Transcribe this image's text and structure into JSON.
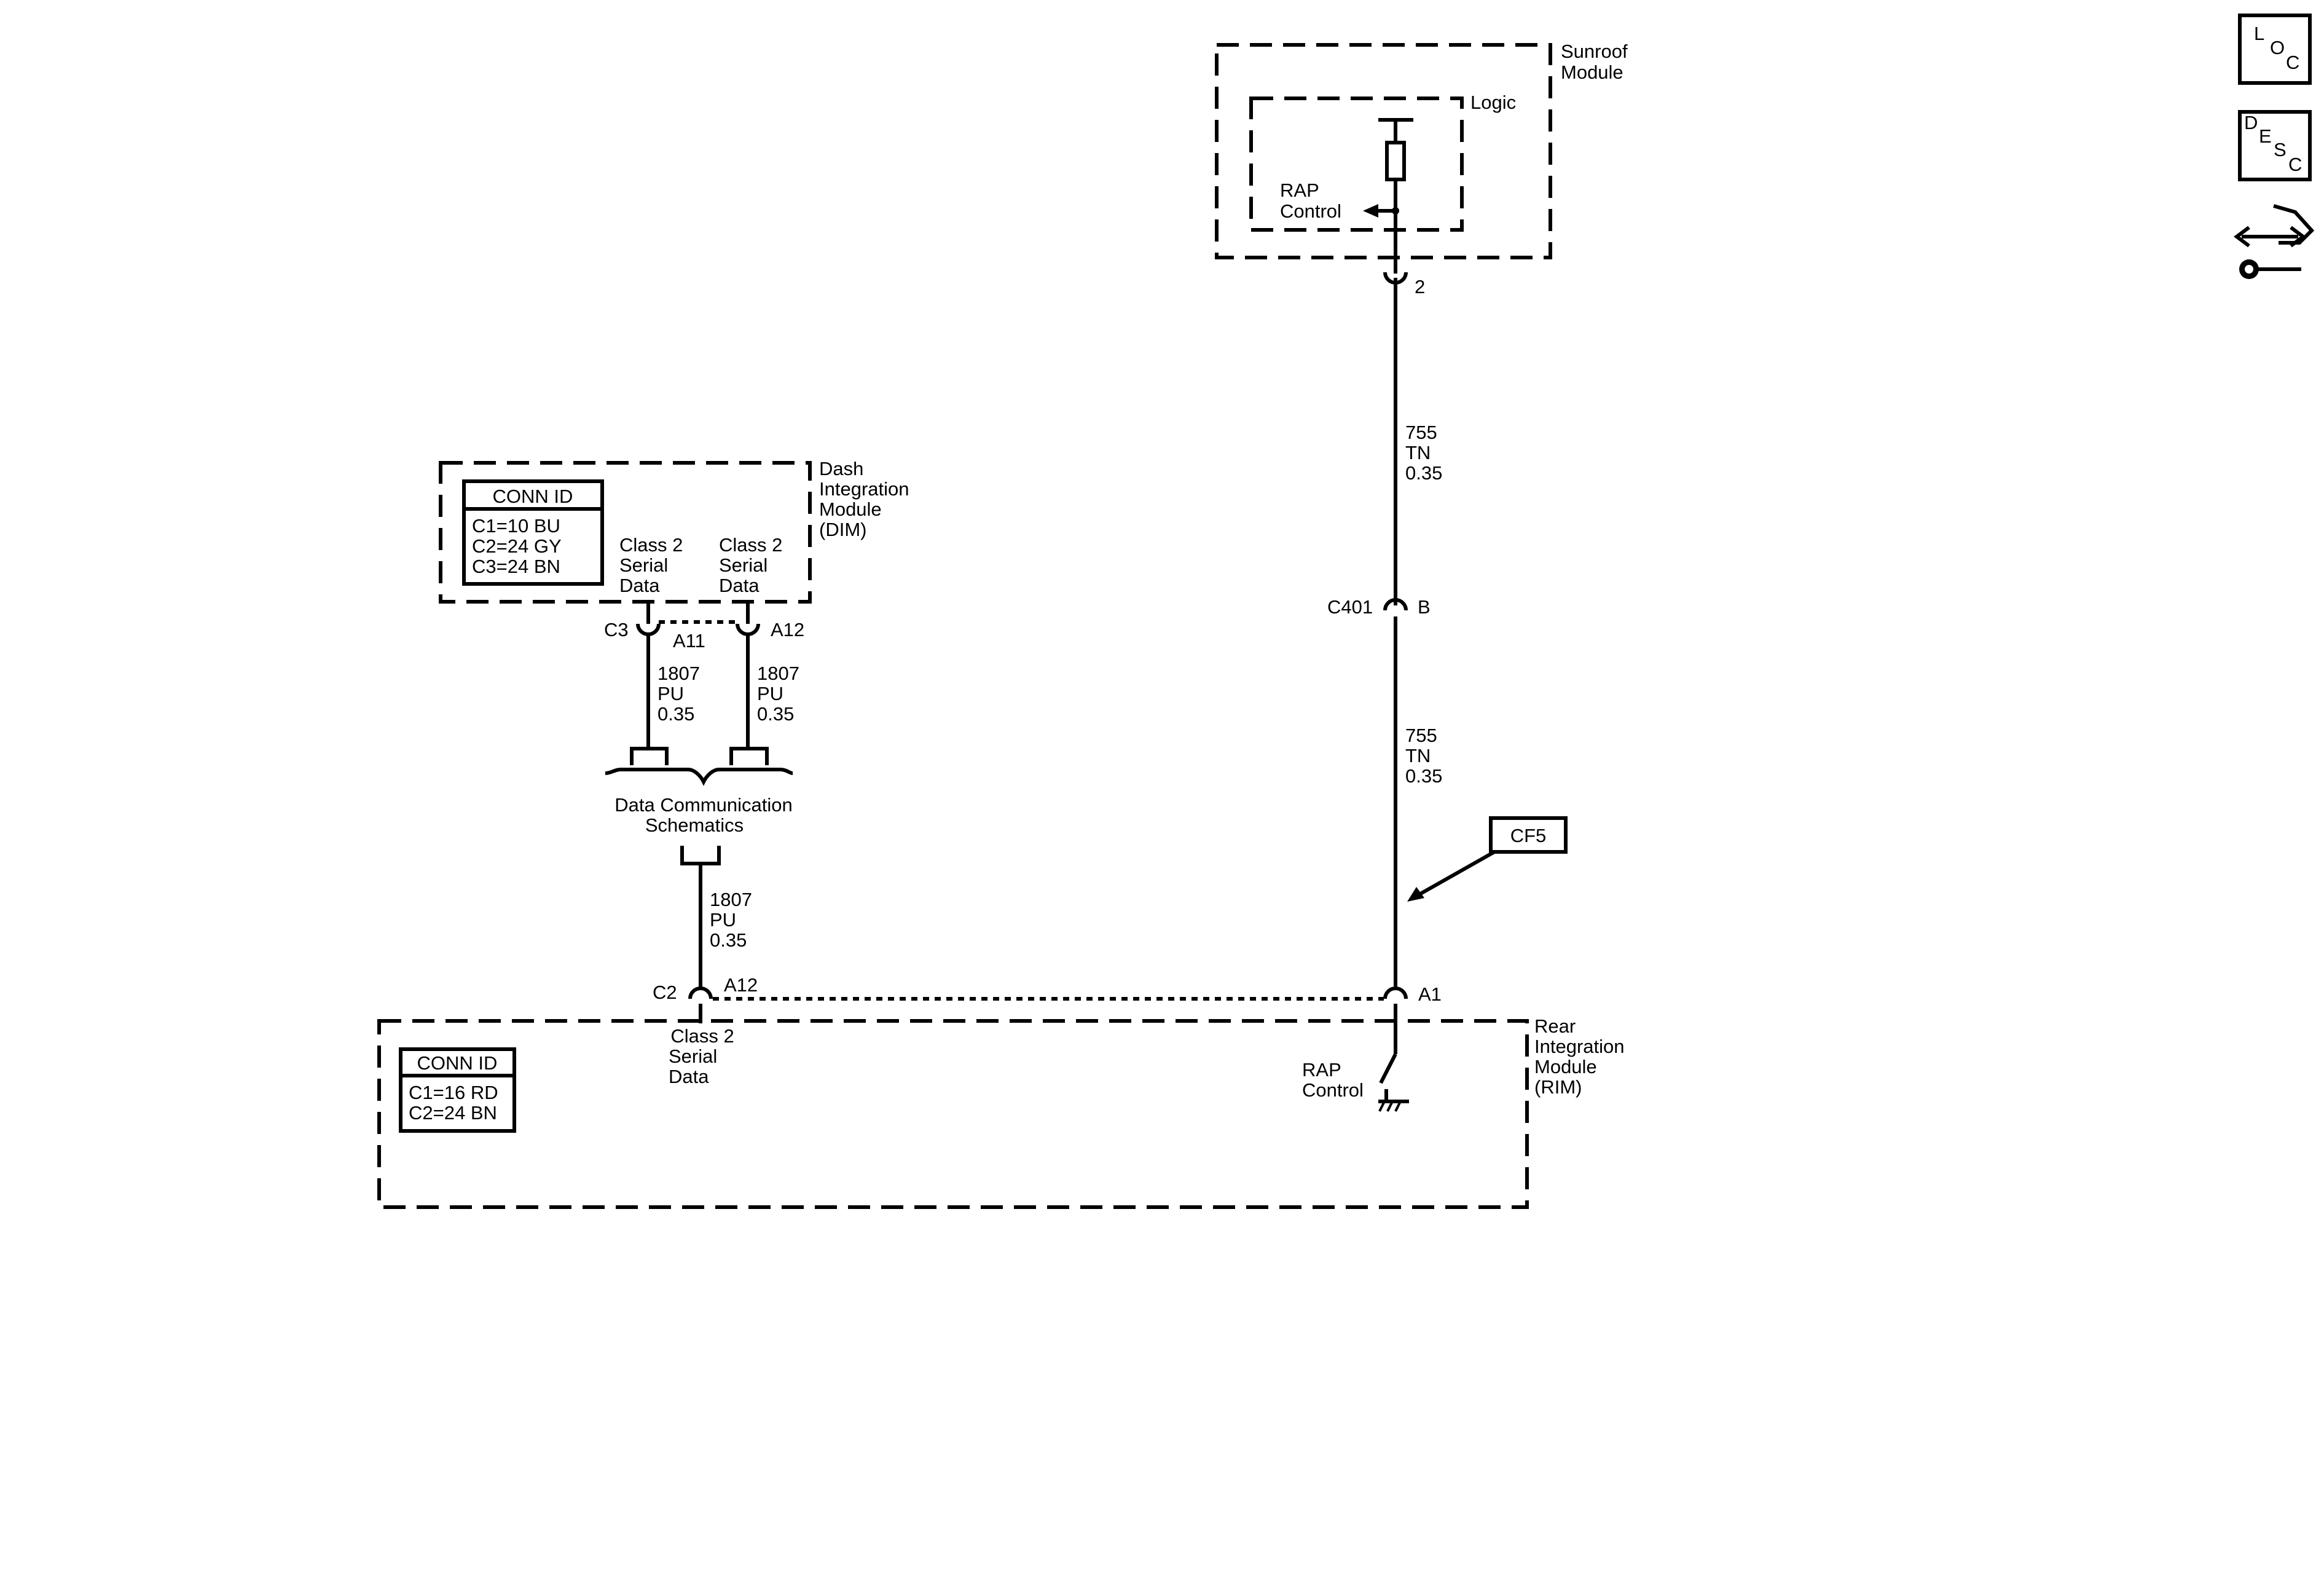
{
  "nav_icons": {
    "loc": [
      "L",
      "O",
      "C"
    ],
    "desc": [
      "D",
      "E",
      "S",
      "C"
    ]
  },
  "sunroof": {
    "name": [
      "Sunroof",
      "Module"
    ],
    "logic": "Logic",
    "rap_control": [
      "RAP",
      "Control"
    ],
    "pin": "2"
  },
  "wire_upper": [
    "755",
    "TN",
    "0.35"
  ],
  "inline_connector": {
    "id": "C401",
    "pin": "B"
  },
  "wire_lower": [
    "755",
    "TN",
    "0.35"
  ],
  "callout": "CF5",
  "dim": {
    "name": [
      "Dash",
      "Integration",
      "Module",
      "(DIM)"
    ],
    "conn_id_title": "CONN ID",
    "conn_ids": [
      "C1=10 BU",
      "C2=24 GY",
      "C3=24 BN"
    ],
    "signal_left": [
      "Class 2",
      "Serial",
      "Data"
    ],
    "signal_right": [
      "Class 2",
      "Serial",
      "Data"
    ],
    "connector": "C3",
    "pin_left": "A11",
    "pin_right": "A12"
  },
  "dim_wire_left": [
    "1807",
    "PU",
    "0.35"
  ],
  "dim_wire_right": [
    "1807",
    "PU",
    "0.35"
  ],
  "splice_ref": [
    "Data Communication",
    "Schematics"
  ],
  "rim_wire": [
    "1807",
    "PU",
    "0.35"
  ],
  "rim": {
    "name": [
      "Rear",
      "Integration",
      "Module",
      "(RIM)"
    ],
    "conn_id_title": "CONN ID",
    "conn_ids": [
      "C1=16 RD",
      "C2=24 BN"
    ],
    "connector": "C2",
    "pin_data": "A12",
    "pin_rap": "A1",
    "signal": [
      "Class 2",
      "Serial",
      "Data"
    ],
    "rap_control": [
      "RAP",
      "Control"
    ]
  }
}
